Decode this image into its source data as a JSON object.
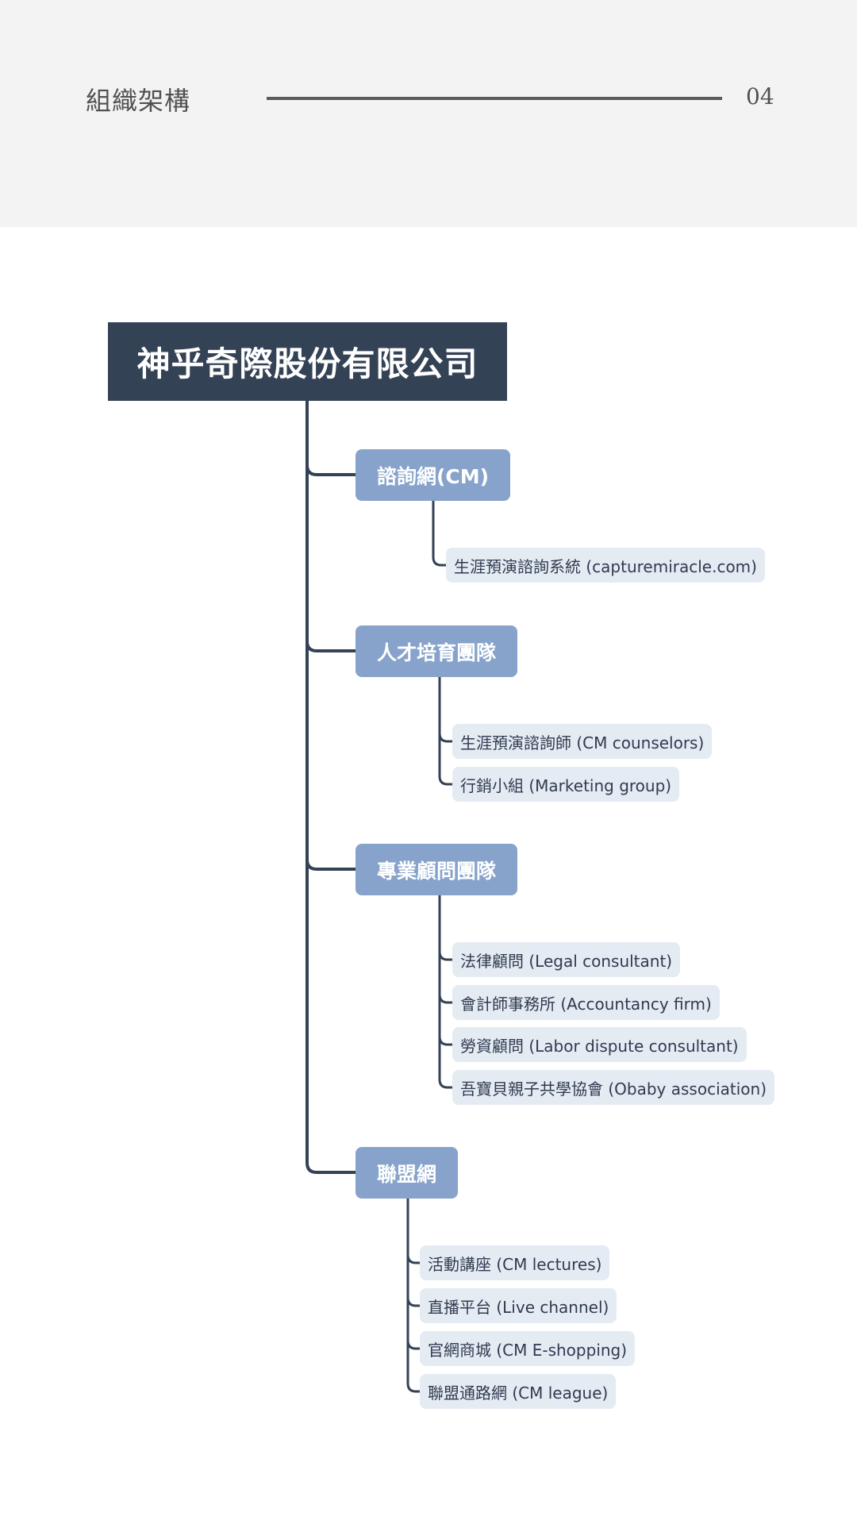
{
  "header": {
    "title": "組織架構",
    "page_number": "04"
  },
  "org_chart": {
    "root": "神乎奇際股份有限公司",
    "branches": [
      {
        "label": "諮詢網(CM)",
        "children": [
          "生涯預演諮詢系統 (capturemiracle.com)"
        ]
      },
      {
        "label": "人才培育團隊",
        "children": [
          "生涯預演諮詢師 (CM counselors)",
          "行銷小組 (Marketing group)"
        ]
      },
      {
        "label": "專業顧問團隊",
        "children": [
          "法律顧問 (Legal consultant)",
          "會計師事務所 (Accountancy firm)",
          "勞資顧問 (Labor dispute consultant)",
          "吾寶貝親子共學協會 (Obaby association)"
        ]
      },
      {
        "label": "聯盟網",
        "children": [
          "活動講座 (CM lectures)",
          "直播平台 (Live channel)",
          "官網商城 (CM E-shopping)",
          "聯盟通路網 (CM league)"
        ]
      }
    ]
  },
  "colors": {
    "header_band": "#f3f3f3",
    "root": "#344256",
    "branch": "#87a3cb",
    "leaf": "#e5ebf3",
    "connector": "#344256"
  }
}
